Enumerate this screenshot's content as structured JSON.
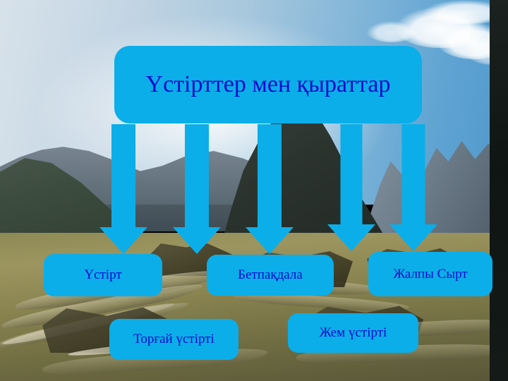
{
  "slide": {
    "title": "Үстірттер мен қыраттар",
    "accent_color": "#0BAEE8",
    "text_color": "#0A0ACF",
    "background": "machu-picchu-mountain-photo"
  },
  "diagram": {
    "type": "tree",
    "root_label": "Үстірттер мен қыраттар",
    "arrow_count": 5,
    "children": [
      {
        "label": "Үстірт"
      },
      {
        "label": "Торғай үстірті"
      },
      {
        "label": "Бетпақдала"
      },
      {
        "label": "Жем үстірті"
      },
      {
        "label": "Жалпы Сырт"
      }
    ]
  }
}
